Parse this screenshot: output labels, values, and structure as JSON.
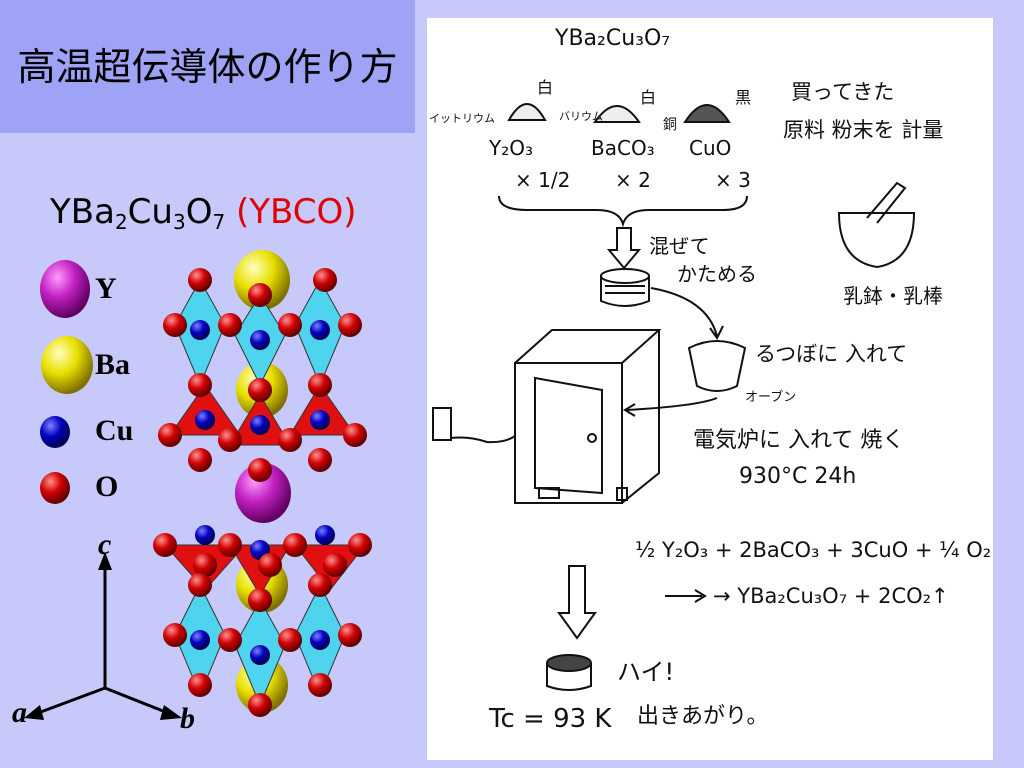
{
  "slide": {
    "title": "高温超伝導体の作り方",
    "formula": {
      "base": "YBa",
      "s1": "2",
      "m1": "Cu",
      "s2": "3",
      "m2": "O",
      "s3": "7",
      "abbr": "(YBCO)"
    },
    "legend": [
      {
        "label": "Y",
        "color": "#c020c0"
      },
      {
        "label": "Ba",
        "color": "#e8e000"
      },
      {
        "label": "Cu",
        "color": "#0000c0"
      },
      {
        "label": "O",
        "color": "#d00000"
      }
    ],
    "axes": {
      "c": "c",
      "a": "a",
      "b": "b"
    }
  },
  "notes": {
    "formula_top": "YBa₂Cu₃O₇",
    "white1": "白",
    "white2": "白",
    "black": "黒",
    "yttrium": "イットリウム",
    "barium": "バリウム",
    "copper": "銅",
    "y2o3": "Y₂O₃",
    "baco3": "BaCO₃",
    "cuo": "CuO",
    "m1": "× 1/2",
    "m2": "× 2",
    "m3": "× 3",
    "buy1": "買ってきた",
    "buy2": "原料  粉末を 計量",
    "mix1": "混ぜて",
    "mix2": "かためる",
    "mortar": "乳鉢・乳棒",
    "crucible": "るつぼに 入れて",
    "oven_ruby": "オーブン",
    "furnace": "電気炉に 入れて 焼く",
    "temp": "930°C  24h",
    "reaction1": "½ Y₂O₃ + 2BaCO₃ + 3CuO + ¼ O₂",
    "reaction2": "→  YBa₂Cu₃O₇  +  2CO₂↑",
    "done1": "ハイ!",
    "done2": "出きあがり。",
    "tc": "Tc = 93 K"
  }
}
